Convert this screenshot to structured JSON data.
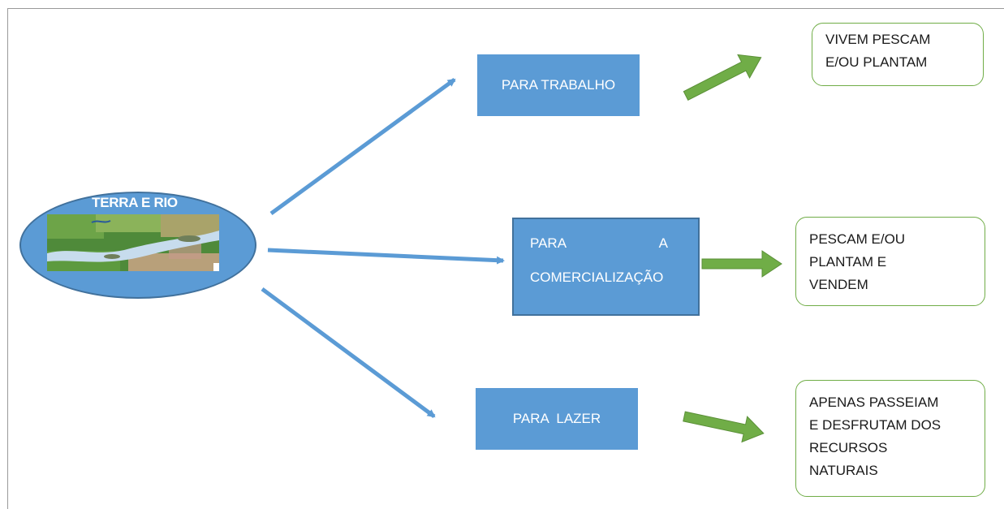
{
  "source": {
    "title": "TERRA E RIO",
    "image": "river-map-image"
  },
  "uses": [
    {
      "label": "PARA TRABALHO"
    },
    {
      "label_part1": "PARA",
      "label_part2": "A",
      "label_line2": "COMERCIALIZAÇÃO"
    },
    {
      "label": "PARA  LAZER"
    }
  ],
  "outcomes": [
    {
      "lines": [
        "VIVEM PESCAM",
        "E/OU PLANTAM"
      ]
    },
    {
      "lines": [
        "PESCAM E/OU",
        "PLANTAM E",
        "VENDEM"
      ]
    },
    {
      "lines": [
        "APENAS PASSEIAM",
        "E DESFRUTAM DOS",
        "RECURSOS",
        "NATURAIS"
      ]
    }
  ],
  "colors": {
    "box_fill": "#5b9bd5",
    "box_border": "#41719c",
    "blue_arrow": "#5b9bd5",
    "green_arrow": "#70ad47",
    "outcome_border": "#70ad47"
  }
}
